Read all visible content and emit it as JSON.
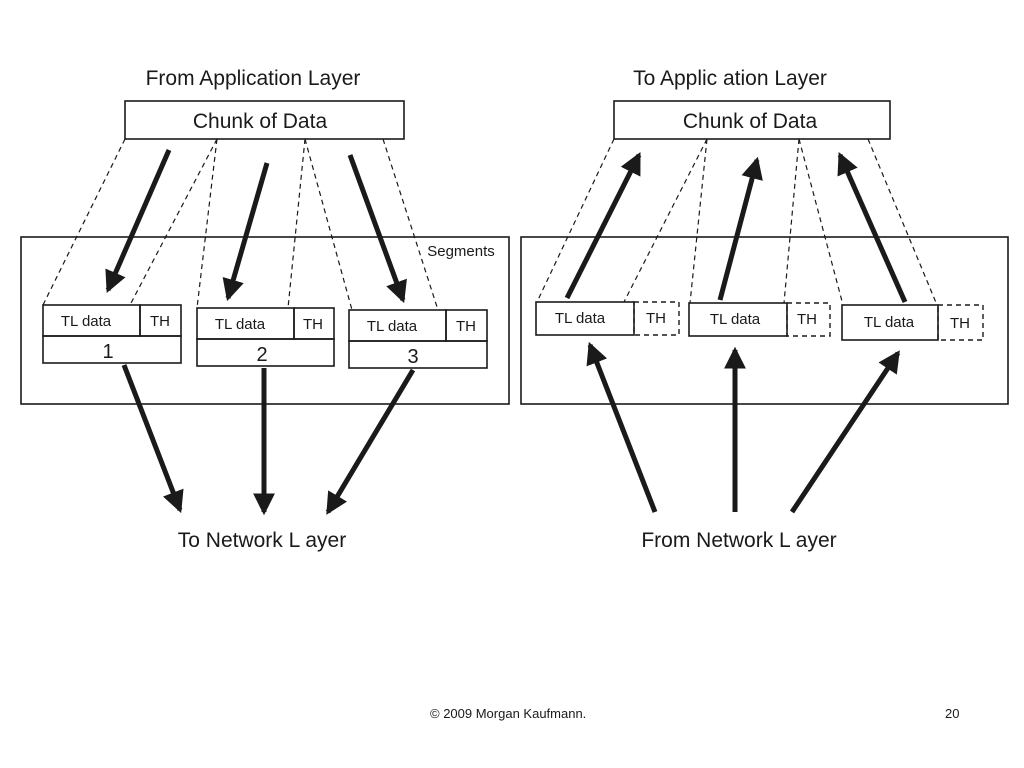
{
  "sender": {
    "heading": "From Application Layer",
    "chunk_label": "Chunk of Data",
    "segments_label": "Segments",
    "segments": [
      {
        "data_label": "TL data",
        "header_label": "TH",
        "number": "1"
      },
      {
        "data_label": "TL data",
        "header_label": "TH",
        "number": "2"
      },
      {
        "data_label": "TL data",
        "header_label": "TH",
        "number": "3"
      }
    ],
    "network_label": "To Network L ayer"
  },
  "receiver": {
    "heading": "To Applic ation Layer",
    "chunk_label": "Chunk of Data",
    "segments": [
      {
        "data_label": "TL data",
        "header_label": "TH"
      },
      {
        "data_label": "TL data",
        "header_label": "TH"
      },
      {
        "data_label": "TL data",
        "header_label": "TH"
      }
    ],
    "network_label": "From Network L ayer"
  },
  "footer": {
    "copyright": "© 2009 Morgan Kaufmann.",
    "page_number": "20"
  }
}
